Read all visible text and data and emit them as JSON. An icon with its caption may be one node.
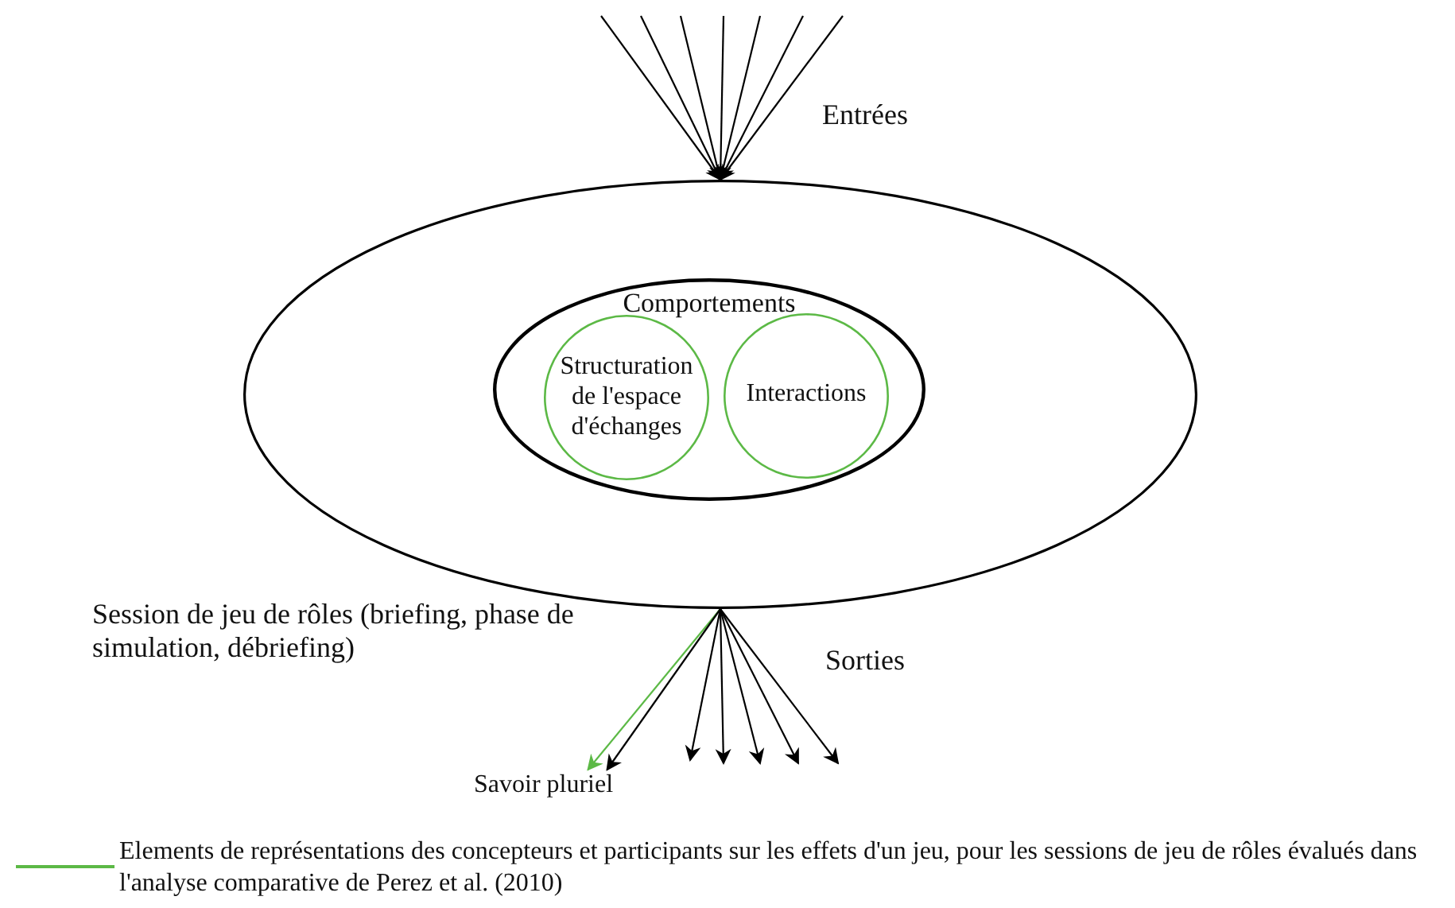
{
  "diagram": {
    "nodes": [
      {
        "text": [
          "Session de jeu de rôles (briefing, phase de simulation, débriefing)"
        ]
      },
      {
        "text": [
          "Comportements"
        ],
        "in": 0
      },
      {
        "text": [
          "Structuration de l'espace d'échanges"
        ],
        "in": 1
      },
      {
        "text": [
          "Interactions"
        ],
        "in": 1
      },
      {
        "text": [
          "Savoir pluriel"
        ]
      }
    ],
    "edges": [
      {
        "from": null,
        "to": 0,
        "arrow": "to"
      },
      {
        "from": null,
        "to": 0,
        "arrow": "to"
      },
      {
        "from": null,
        "to": 0,
        "arrow": "to"
      },
      {
        "from": null,
        "to": 0,
        "arrow": "to"
      },
      {
        "from": null,
        "to": 0,
        "arrow": "to"
      },
      {
        "from": null,
        "to": 0,
        "arrow": "to"
      },
      {
        "from": null,
        "to": 0,
        "arrow": "to"
      },
      {
        "from": 0,
        "to": 4,
        "arrow": "to",
        "color": "#5cb946"
      },
      {
        "from": 0,
        "to": 4,
        "arrow": "to"
      },
      {
        "from": 0,
        "to": null,
        "arrow": "to"
      },
      {
        "from": 0,
        "to": null,
        "arrow": "to"
      },
      {
        "from": 0,
        "to": null,
        "arrow": "to"
      },
      {
        "from": 0,
        "to": null,
        "arrow": "to"
      },
      {
        "from": 0,
        "to": null,
        "arrow": "to"
      }
    ],
    "labels": [
      "Entrées",
      "Sorties"
    ],
    "legend": [
      {
        "text": "Elements de représentations des concepteurs et participants sur les effets d'un jeu, pour les sessions de jeu de rôles évalués dans l'analyse comparative de Perez et al. (2010)",
        "color": "#5cb946"
      }
    ]
  }
}
